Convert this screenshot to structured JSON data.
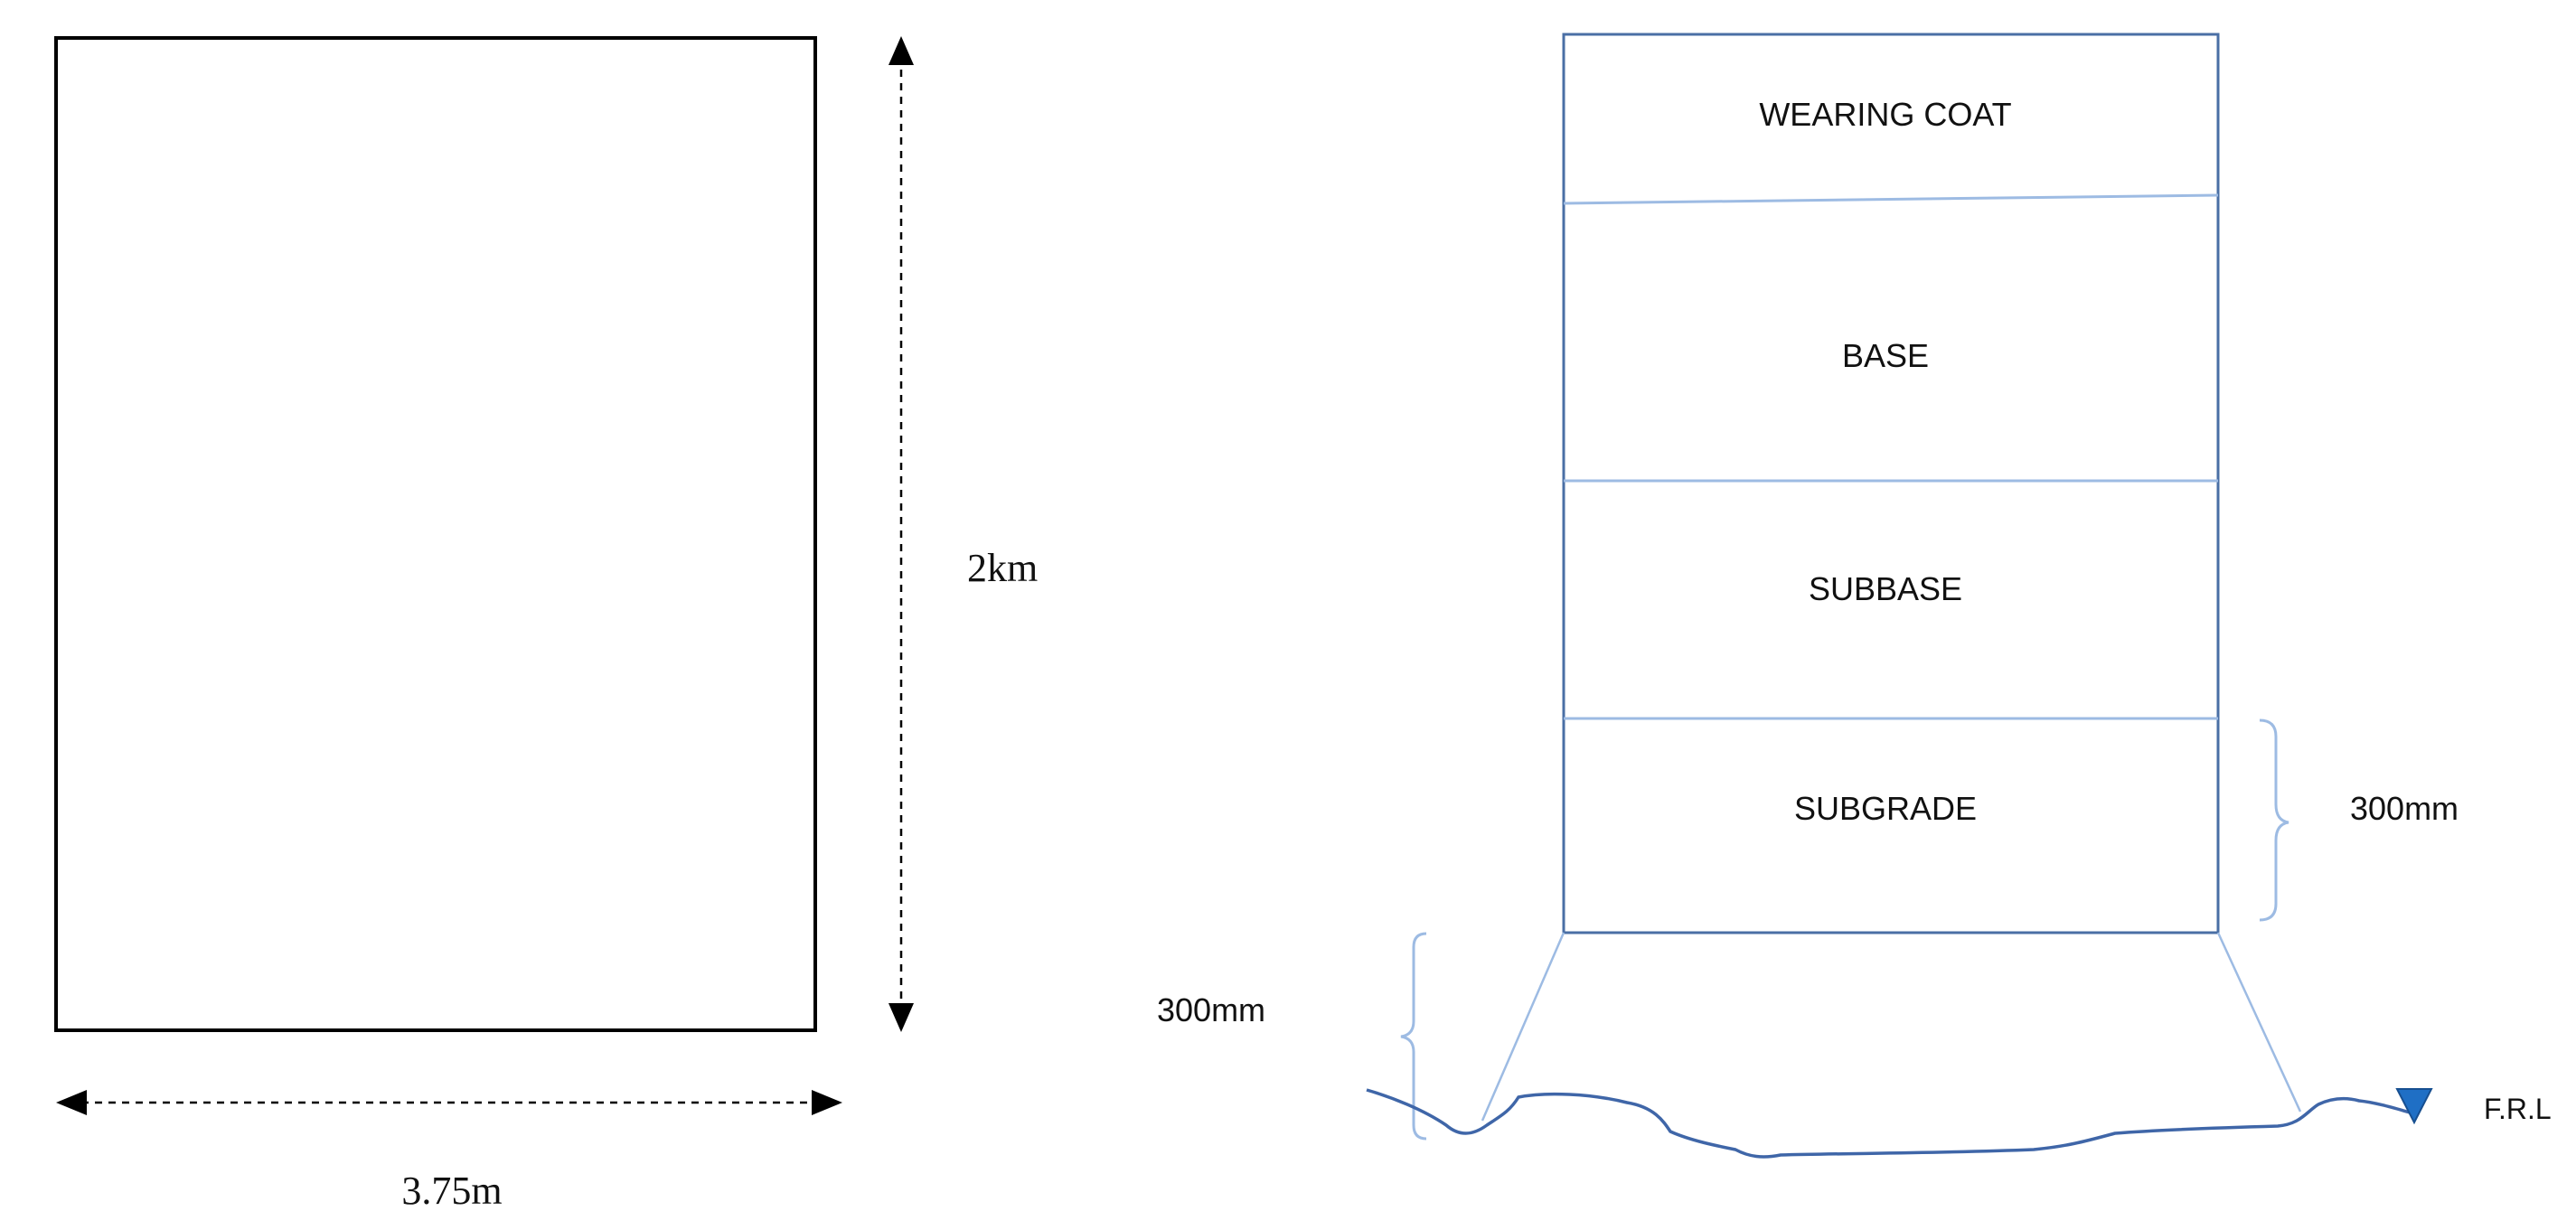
{
  "plan": {
    "length_label": "2km",
    "width_label": "3.75m"
  },
  "section": {
    "layers": [
      {
        "label": "WEARING COAT"
      },
      {
        "label": "BASE"
      },
      {
        "label": "SUBBASE"
      },
      {
        "label": "SUBGRADE"
      }
    ],
    "subgrade_thickness_label": "300mm",
    "embankment_height_label": "300mm",
    "frl_label": "F.R.L"
  },
  "colors": {
    "plan_outline": "#000000",
    "section_outline": "#4a6fa5",
    "section_divider": "#9dbbe3",
    "ground_line": "#3f66a8",
    "frl_marker": "#1f6fc5",
    "brace": "#9dbbe3"
  }
}
